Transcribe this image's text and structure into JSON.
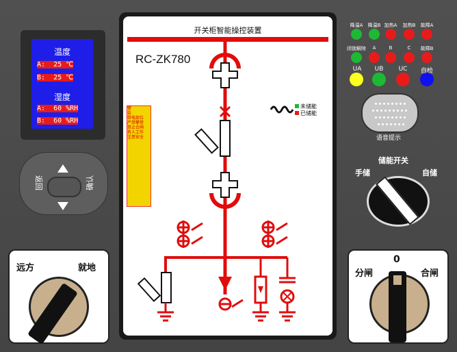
{
  "lcd": {
    "temp_title": "温度",
    "temp_a": "A:  25 ℃",
    "temp_b": "B:  25 ℃",
    "hum_title": "湿度",
    "hum_a": "A:  60 %RH",
    "hum_b": "B:  60 %RH"
  },
  "keypad": {
    "back_label": "返回",
    "confirm_label": "确认"
  },
  "local_switch": {
    "remote_label": "远方",
    "local_label": "就地"
  },
  "center": {
    "title": "开关柜智能操控装置",
    "model": "RC-ZK780",
    "legend_unstored": "未储能",
    "legend_stored": "已储能",
    "warning_lines": [
      "警",
      "告",
      "带电部位",
      "严禁攀登",
      "禁止合闸",
      "有人工作",
      "注意安全"
    ]
  },
  "indicators": {
    "row1": [
      {
        "label": "降温A",
        "color": "#1db933"
      },
      {
        "label": "降温B",
        "color": "#1db933"
      },
      {
        "label": "加热A",
        "color": "#e81b1b"
      },
      {
        "label": "加热B",
        "color": "#e81b1b"
      },
      {
        "label": "故障A",
        "color": "#e81b1b"
      }
    ],
    "row2": [
      {
        "label": "闭锁解除",
        "color": "#1db933"
      },
      {
        "label": "A",
        "color": "#e81b1b"
      },
      {
        "label": "B",
        "color": "#e81b1b"
      },
      {
        "label": "C",
        "color": "#e81b1b"
      },
      {
        "label": "故障B",
        "color": "#e81b1b"
      }
    ],
    "row3": [
      {
        "label": "UA",
        "color": "#ffff20"
      },
      {
        "label": "UB",
        "color": "#1db933"
      },
      {
        "label": "UC",
        "color": "#e81b1b"
      },
      {
        "label": "自检",
        "color": "#1010f0"
      }
    ]
  },
  "voice": {
    "label": "语音提示"
  },
  "energy_switch": {
    "title": "储能开关",
    "manual_label": "手储",
    "auto_label": "自储"
  },
  "breaker_switch": {
    "open_label": "分闸",
    "close_label": "合闸"
  }
}
